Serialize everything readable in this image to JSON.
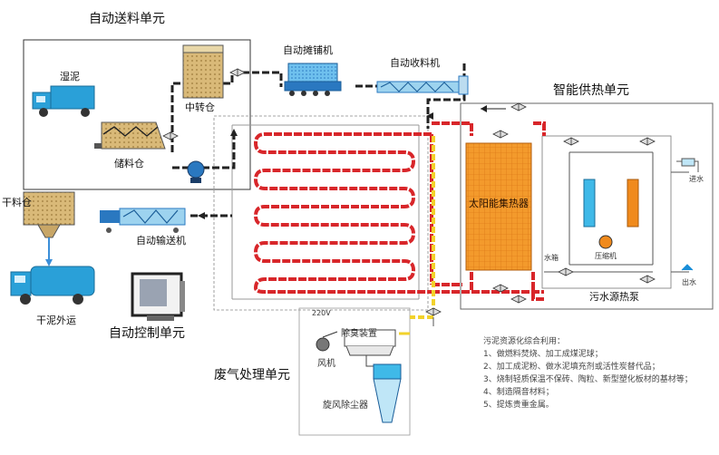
{
  "units": {
    "feeding": "自动送料单元",
    "heating": "智能供热单元",
    "control": "自动控制单元",
    "exhaust": "废气处理单元"
  },
  "equipment": {
    "wet_sludge": "湿泥",
    "storage_bin": "储料仓",
    "transfer_bin": "中转仓",
    "spreader": "自动摊铺机",
    "collector": "自动收料机",
    "dry_bin": "干料仓",
    "auto_conveyor": "自动输送机",
    "dry_transport": "干泥外运",
    "solar_collector": "太阳能集热器",
    "heat_pump": "污水源热泵",
    "compressor": "压缩机",
    "water_tank": "水箱",
    "inlet": "进水",
    "outlet": "出水",
    "voltage": "220V",
    "deodorizer": "除臭装置",
    "fan": "风机",
    "cyclone": "旋风除尘器"
  },
  "notes": {
    "title": "污泥资源化综合利用：",
    "items": [
      "1、做燃料焚烧、加工成煤泥球；",
      "2、加工成泥粉、做水泥填充剂或活性炭替代品；",
      "3、烧制轻质保温不保砖、陶粒、新型塑化板材的基材等；",
      "4、制造隔音材料；",
      "5、提炼贵重金属。"
    ]
  },
  "colors": {
    "pipe_red": "#d8262a",
    "pipe_dark": "#222222",
    "pipe_yellow": "#f2d22b",
    "solar_orange": "#f08a1c",
    "cyan": "#3fb9e8",
    "truck_blue": "#2aa0d8",
    "sludge_tan": "#c8a666"
  }
}
